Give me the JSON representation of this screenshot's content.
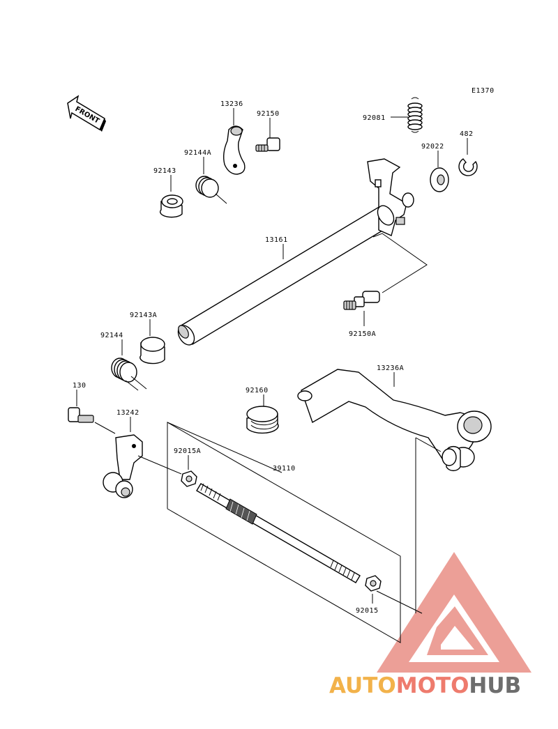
{
  "diagram_code": "E1370",
  "front_label": "FRONT",
  "parts": {
    "p13236": "13236",
    "p92150": "92150",
    "p92144A": "92144A",
    "p92143": "92143",
    "p92081": "92081",
    "p92022": "92022",
    "p482": "482",
    "p13161": "13161",
    "p92150A": "92150A",
    "p92143A": "92143A",
    "p92144": "92144",
    "p13236A": "13236A",
    "p92160": "92160",
    "p130": "130",
    "p13242": "13242",
    "p92015A": "92015A",
    "p39110": "39110",
    "p92015": "92015"
  },
  "watermark": {
    "part1": "AUTO",
    "part2": "MOTO",
    "part3": "HUB",
    "color1": "#f2b24a",
    "color2": "#ee7b6d",
    "color3": "#6d6d6d",
    "triangle_color": "#e98f86"
  }
}
